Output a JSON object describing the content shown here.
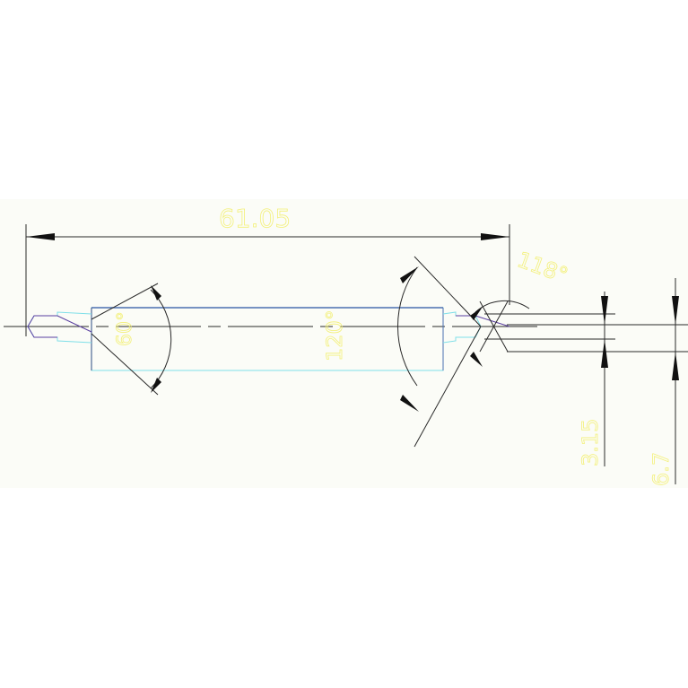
{
  "drawing": {
    "background_color": "#fbfcf7",
    "colors": {
      "outline": "#1a1a1a",
      "centerline": "#2a2a2a",
      "part_cyan": "#7fdfe8",
      "part_blue": "#4a6fb0",
      "chamfer_purple": "#5a3fa0",
      "dimension_text": "#f3f07a"
    },
    "dimensions": {
      "overall_length": "61.05",
      "left_angle": "60°",
      "center_angle": "120°",
      "right_angle": "118°",
      "diameter_small": "3.15",
      "diameter_large": "6.7"
    }
  }
}
